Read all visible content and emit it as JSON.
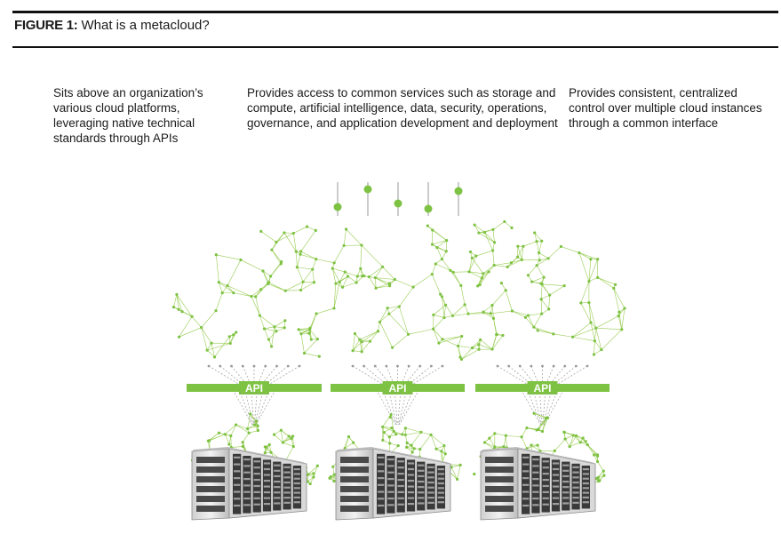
{
  "figure": {
    "label": "FIGURE 1:",
    "title": "What is a metacloud?"
  },
  "descriptions": [
    "Sits above an organization’s various cloud platforms, leveraging native technical standards through APIs",
    "Provides access to common services such as storage and compute, artificial intelligence, data, security, operations, governance, and application development and deployment",
    "Provides consistent, centralized control over multiple cloud instances through a common interface"
  ],
  "api_label": "API",
  "colors": {
    "accent": "#7dc242",
    "mesh": "#8dc63f",
    "text": "#1a1a1a",
    "server_dark": "#3a3a3a",
    "server_light": "#e6e6e6"
  },
  "icons": [
    "slider-controls-icon",
    "metacloud-mesh-icon",
    "api-bar-icon",
    "cloud-mesh-icon",
    "server-rack-icon"
  ]
}
